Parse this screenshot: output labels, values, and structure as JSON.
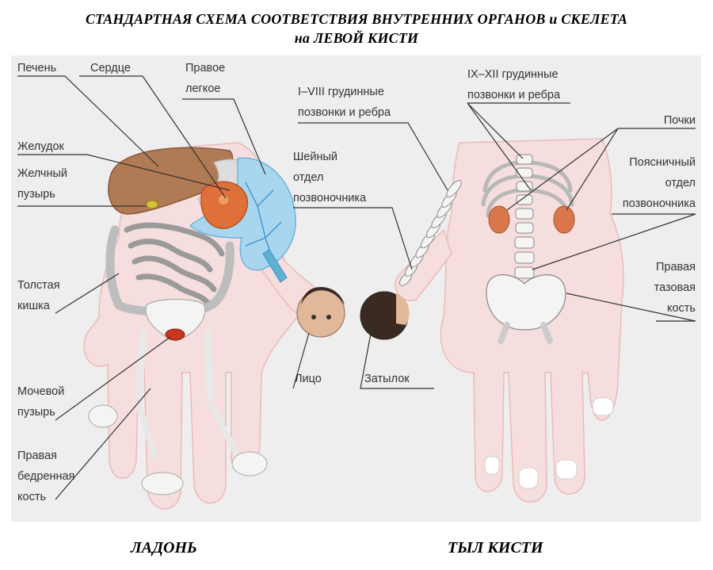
{
  "title": {
    "line1": "СТАНДАРТНАЯ СХЕМА СООТВЕТСТВИЯ ВНУТРЕННИХ ОРГАНОВ и СКЕЛЕТА",
    "line2": "на ЛЕВОЙ КИСТИ"
  },
  "captions": {
    "palm": "ЛАДОНЬ",
    "back": "ТЫЛ КИСТИ"
  },
  "labels": {
    "liver": "Печень",
    "heart": "Сердце",
    "right_lung_1": "Правое",
    "right_lung_2": "легкое",
    "stomach": "Желудок",
    "gallbladder_1": "Желчный",
    "gallbladder_2": "пузырь",
    "colon_1": "Толстая",
    "colon_2": "кишка",
    "bladder_1": "Мочевой",
    "bladder_2": "пузырь",
    "femur_1": "Правая",
    "femur_2": "бедренная",
    "femur_3": "кость",
    "thoracic_upper_1": "I–VIII грудинные",
    "thoracic_upper_2": "позвонки и ребра",
    "cervical_1": "Шейный",
    "cervical_2": "отдел",
    "cervical_3": "позвоночника",
    "face": "Лицо",
    "occiput": "Затылок",
    "thoracic_lower_1": "IX–XII грудинные",
    "thoracic_lower_2": "позвонки и ребра",
    "kidneys": "Почки",
    "lumbar_1": "Поясничный",
    "lumbar_2": "отдел",
    "lumbar_3": "позвоночника",
    "pelvis_1": "Правая",
    "pelvis_2": "тазовая",
    "pelvis_3": "кость"
  },
  "colors": {
    "panel": "#eeeeee",
    "hand_fill": "#f6dede",
    "liver": "#b07a55",
    "heart": "#e0703a",
    "lung": "#a9d6ef",
    "bone": "#f4f4f2",
    "kidney": "#d9774a",
    "hair": "#3b2a22",
    "label_line": "#333333"
  }
}
